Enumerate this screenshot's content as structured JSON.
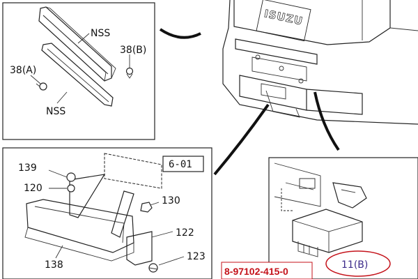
{
  "labels": {
    "nss_top": "NSS",
    "nss_bottom": "NSS",
    "p38b": "38(B)",
    "p38a": "38(A)",
    "p139": "139",
    "p120": "120",
    "p130": "130",
    "p122": "122",
    "p123": "123",
    "p138": "138",
    "ref_box": "6-01",
    "logo": "ISUZU",
    "part_number": "8-97102-415-0",
    "callout_11b": "11(B)"
  },
  "colors": {
    "part_number": "#c4121a",
    "callout_circle": "#c4121a",
    "callout_text": "#3b2a8a"
  }
}
